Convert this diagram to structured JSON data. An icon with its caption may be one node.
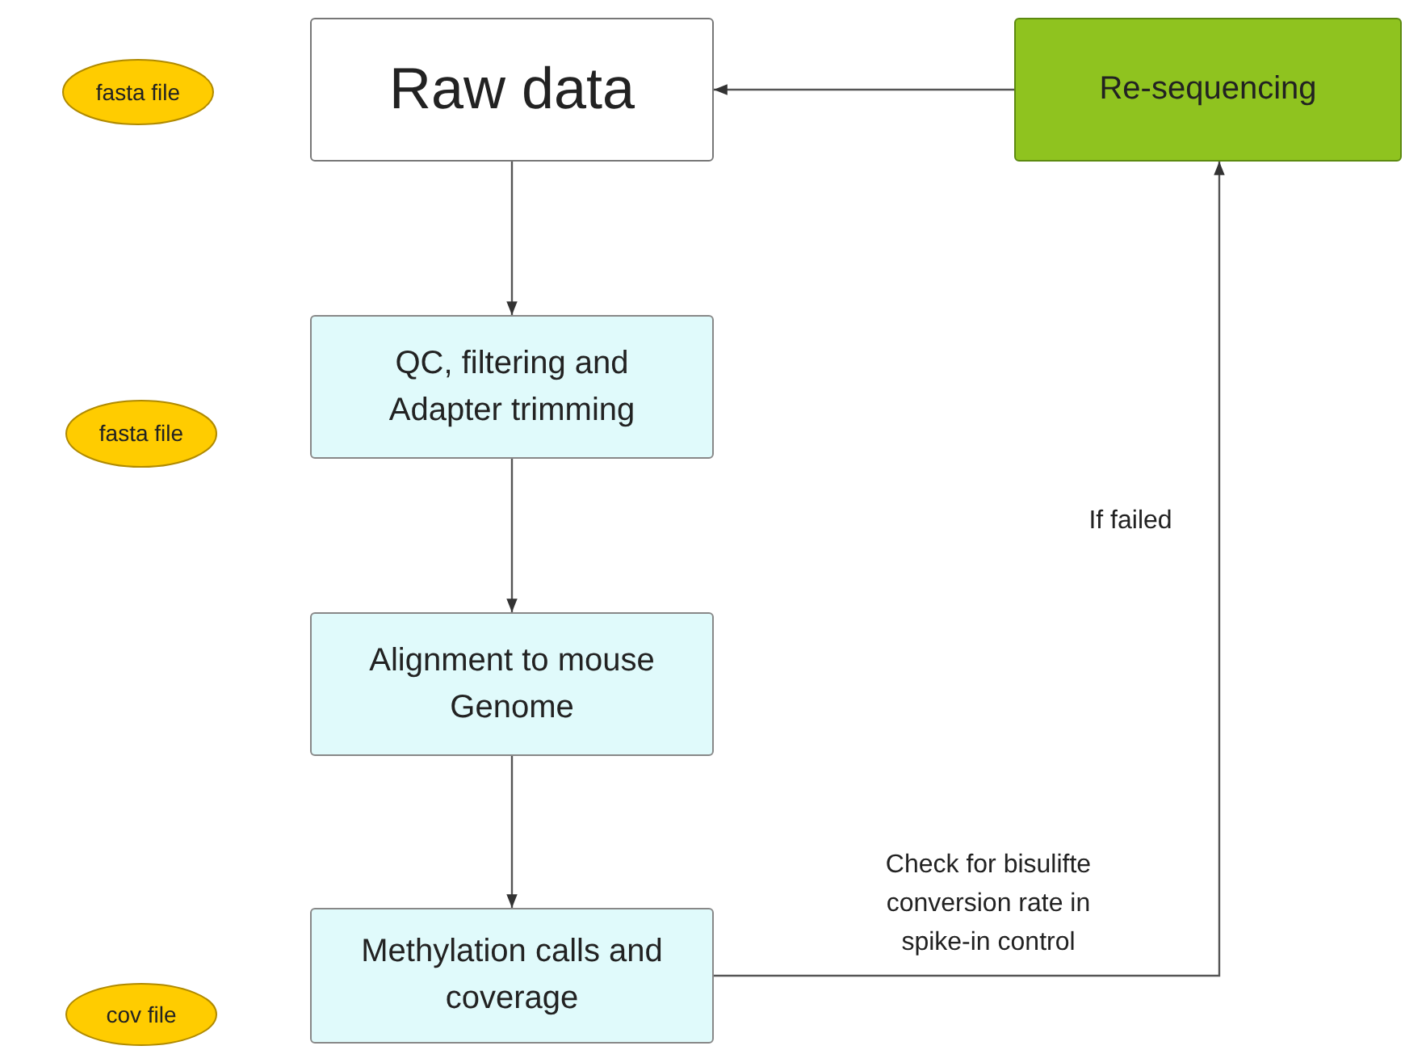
{
  "diagram": {
    "nodes": [
      {
        "text": [
          "fasta file"
        ]
      },
      {
        "text": [
          "Raw data"
        ]
      },
      {
        "text": [
          "Re-sequencing"
        ]
      },
      {
        "text": [
          "QC, filtering and Adapter trimming"
        ]
      },
      {
        "text": [
          "fasta file"
        ]
      },
      {
        "text": [
          "Alignment to mouse Genome"
        ]
      },
      {
        "text": [
          "Methylation calls and coverage"
        ]
      },
      {
        "text": [
          "cov file"
        ]
      }
    ],
    "edges": [
      {
        "from": 1,
        "to": 3,
        "arrow": "to"
      },
      {
        "from": 3,
        "to": 5,
        "arrow": "to"
      },
      {
        "from": 5,
        "to": 6,
        "arrow": "to"
      },
      {
        "from": 6,
        "to": 2,
        "arrow": "to",
        "label": "Check for bisulifte conversion rate in spike-in control"
      },
      {
        "from": 2,
        "to": 1,
        "arrow": "to"
      }
    ],
    "labels": [
      "If failed"
    ]
  }
}
